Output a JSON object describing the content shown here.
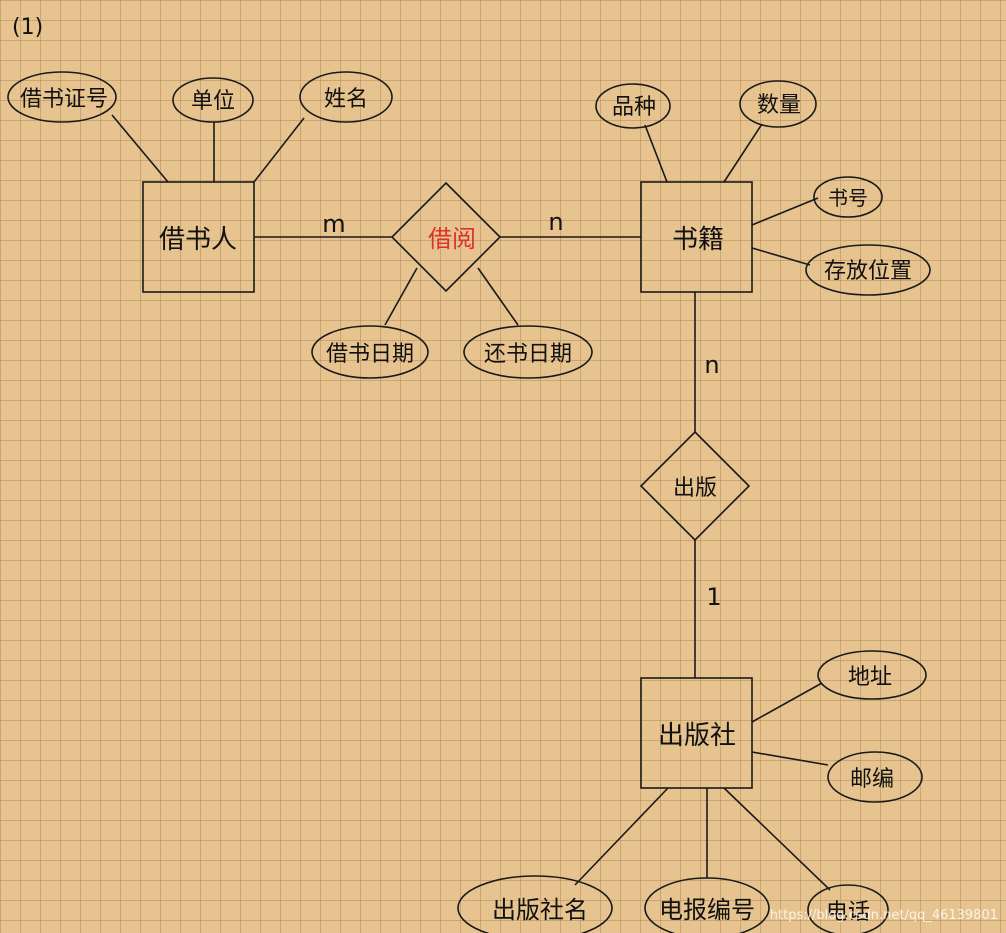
{
  "corner_label": "(1)",
  "entities": {
    "borrower": "借书人",
    "book": "书籍",
    "publisher": "出版社"
  },
  "relationships": {
    "borrow": "借阅",
    "publish": "出版"
  },
  "attributes": {
    "card_no": "借书证号",
    "unit": "单位",
    "name": "姓名",
    "variety": "品种",
    "quantity": "数量",
    "book_no": "书号",
    "location": "存放位置",
    "borrow_date": "借书日期",
    "return_date": "还书日期",
    "address": "地址",
    "zip": "邮编",
    "pub_name": "出版社名",
    "telegram_code": "电报编号",
    "phone": "电话"
  },
  "cardinality": {
    "borrower_borrow": "m",
    "borrow_book": "n",
    "book_publish": "n",
    "publish_publisher": "1"
  },
  "colors": {
    "line": "#1a1a1a",
    "relationship_text": "#e0302a",
    "paper": "#e6c38f"
  },
  "watermark": "https://blog.csdn.net/qq_46139801"
}
